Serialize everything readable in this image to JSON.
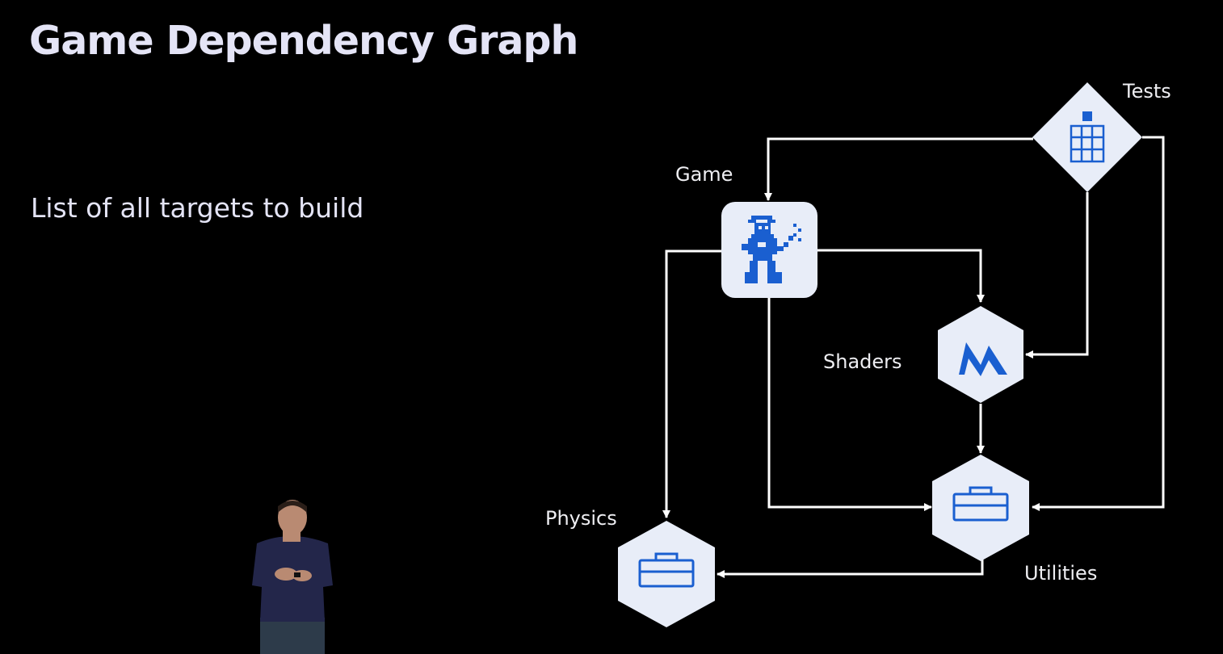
{
  "slide": {
    "title": "Game Dependency Graph",
    "subtitle": "List of all targets to build"
  },
  "colors": {
    "background": "#000000",
    "title_text": "#e4e4f6",
    "node_fill": "#e8edf8",
    "icon_blue": "#1a5fd0",
    "edge": "#ffffff"
  },
  "nodes": [
    {
      "id": "game",
      "label": "Game",
      "shape": "rounded-square",
      "icon": "pixel-character-icon"
    },
    {
      "id": "tests",
      "label": "Tests",
      "shape": "diamond",
      "icon": "building-grid-icon"
    },
    {
      "id": "shaders",
      "label": "Shaders",
      "shape": "hexagon",
      "icon": "metal-logo-icon"
    },
    {
      "id": "utilities",
      "label": "Utilities",
      "shape": "hexagon",
      "icon": "toolbox-icon"
    },
    {
      "id": "physics",
      "label": "Physics",
      "shape": "hexagon",
      "icon": "toolbox-icon"
    }
  ],
  "edges": [
    {
      "from": "tests",
      "to": "game"
    },
    {
      "from": "tests",
      "to": "shaders"
    },
    {
      "from": "tests",
      "to": "utilities"
    },
    {
      "from": "game",
      "to": "shaders"
    },
    {
      "from": "game",
      "to": "utilities"
    },
    {
      "from": "game",
      "to": "physics"
    },
    {
      "from": "shaders",
      "to": "utilities"
    },
    {
      "from": "utilities",
      "to": "physics"
    }
  ],
  "speaker": {
    "shirt_color": "#23264a",
    "pants_color": "#2d3b4a"
  }
}
